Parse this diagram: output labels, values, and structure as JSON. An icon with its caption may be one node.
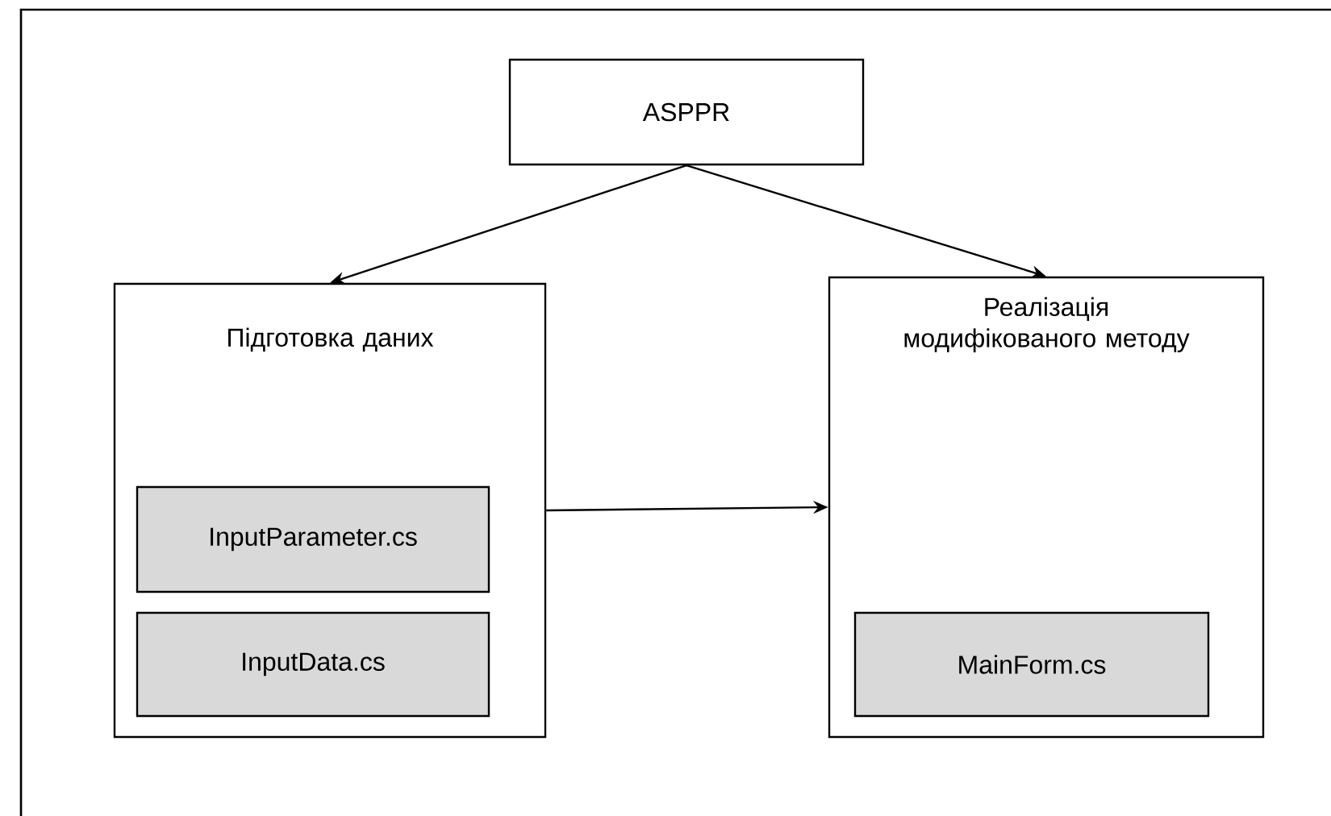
{
  "diagram": {
    "nodes": [
      {
        "text": [
          "ASPPR"
        ]
      },
      {
        "text": [
          "Підготовка даних"
        ]
      },
      {
        "text": [
          "Реалізація модифікованого методу"
        ]
      },
      {
        "text": [
          "InputParameter.cs"
        ],
        "in": 1
      },
      {
        "text": [
          "InputData.cs"
        ],
        "in": 1
      },
      {
        "text": [
          "MainForm.cs"
        ],
        "in": 2
      }
    ],
    "edges": [
      {
        "from": 0,
        "to": 1,
        "arrow": "to"
      },
      {
        "from": 0,
        "to": 2,
        "arrow": "to"
      },
      {
        "from": 1,
        "to": 2,
        "arrow": "to"
      }
    ]
  }
}
